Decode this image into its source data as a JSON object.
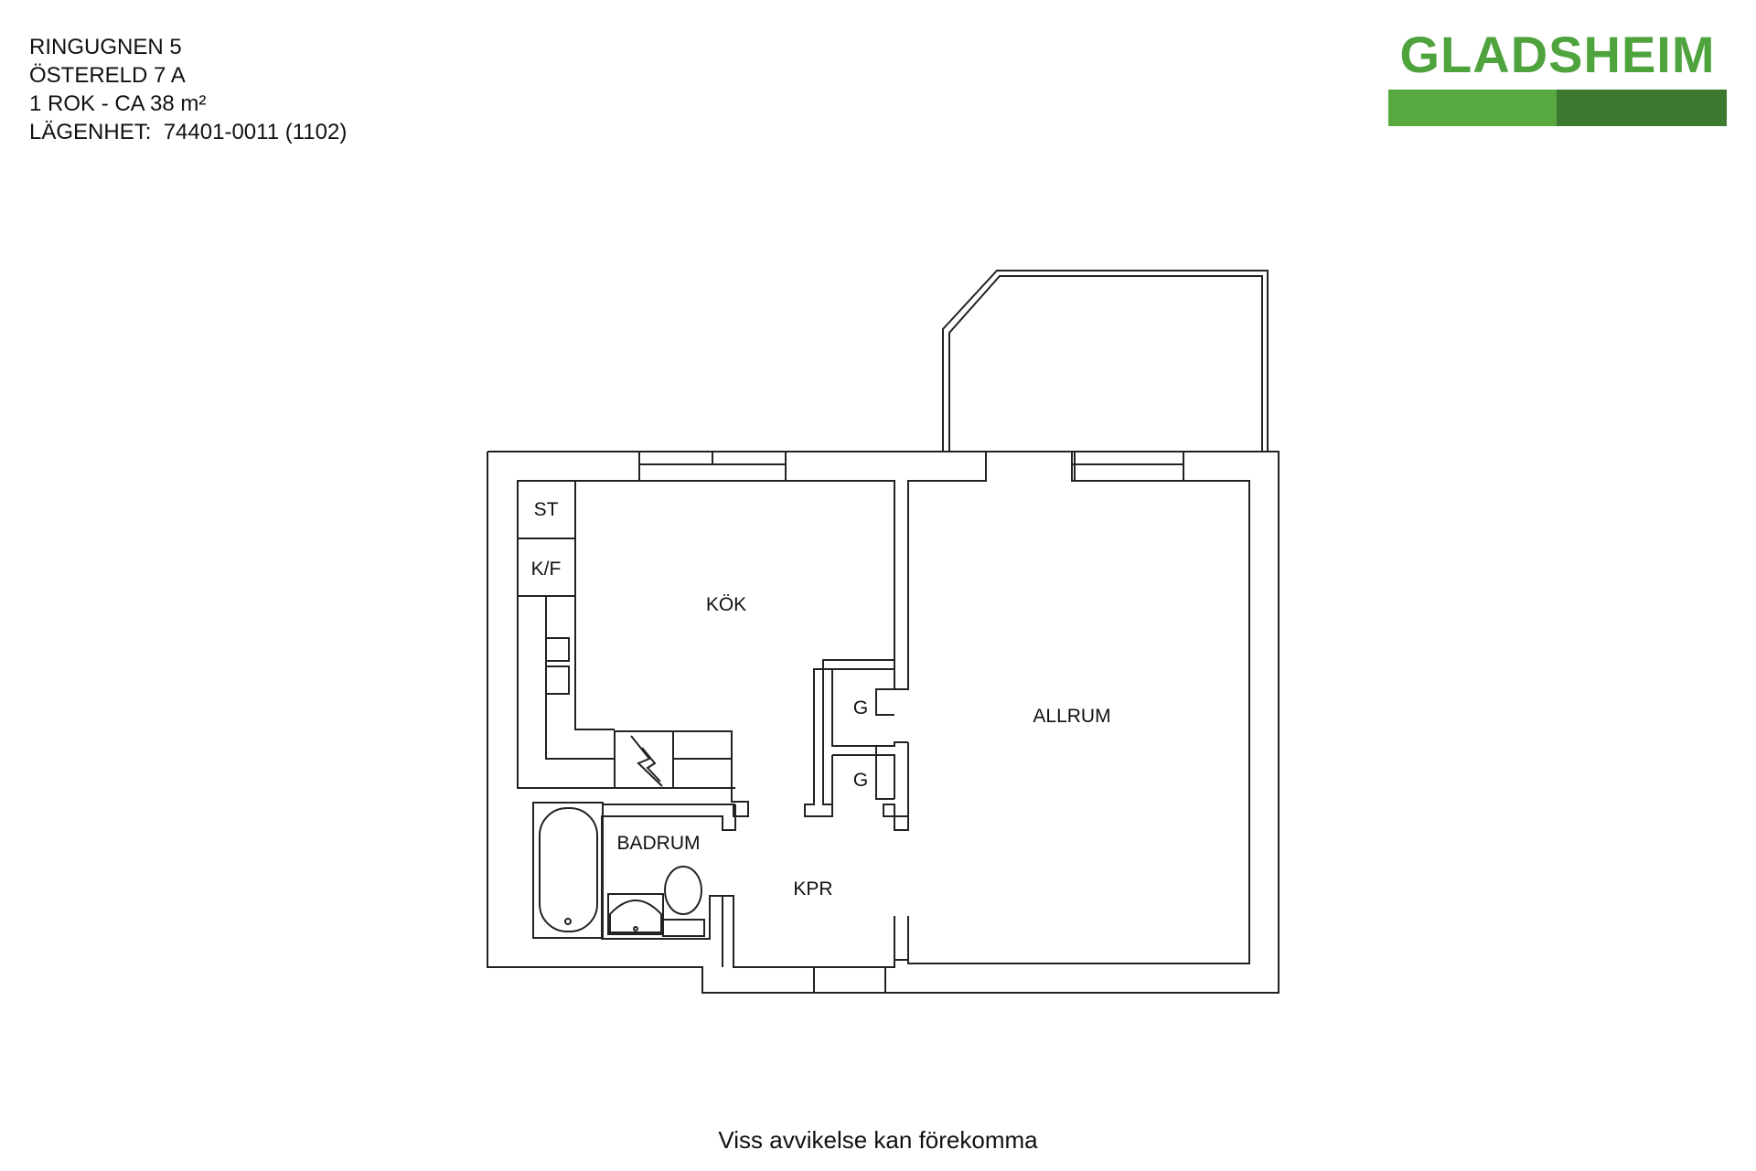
{
  "property": {
    "line1": "RINGUGNEN 5",
    "line2": "ÖSTERELD 7 A",
    "line3": "1 ROK - CA 38 m²",
    "line4": "LÄGENHET:  74401-0011 (1102)"
  },
  "brand": {
    "name": "GLADSHEIM",
    "colors": {
      "primary": "#4ea33d",
      "bar_light": "#56a83f",
      "bar_dark": "#3d7a30"
    }
  },
  "rooms": {
    "kitchen": "KÖK",
    "living": "ALLRUM",
    "bathroom": "BADRUM",
    "hall": "KPR",
    "closet1": "G",
    "closet2": "G",
    "stove": "ST",
    "fridge": "K/F"
  },
  "footer": {
    "disclaimer": "Viss avvikelse kan förekomma"
  }
}
